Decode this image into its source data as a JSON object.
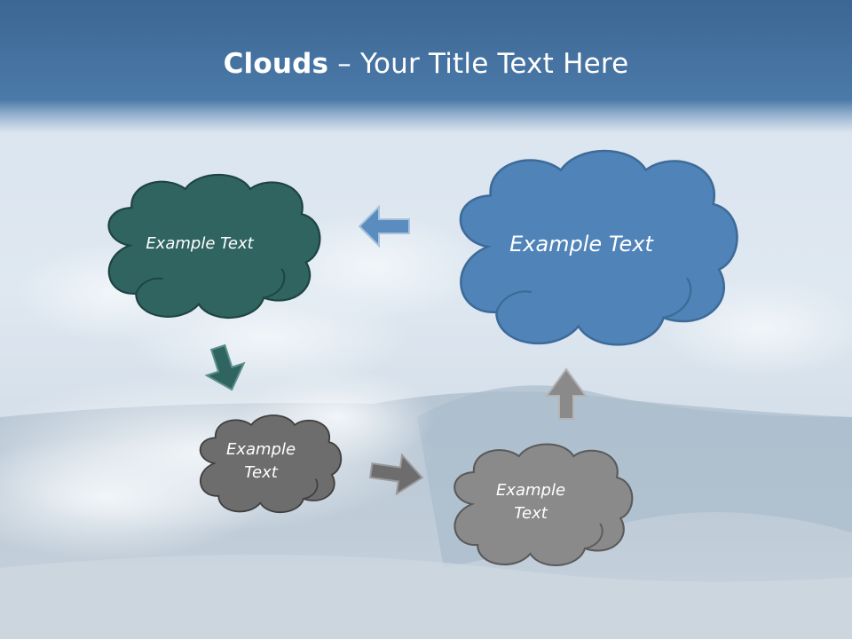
{
  "title": {
    "bold": "Clouds",
    "dash": " – ",
    "rest": "Your Title Text Here"
  },
  "colors": {
    "title_bar": "#3f6f9e",
    "cloud_teal": "#2f6461",
    "cloud_blue": "#5084b8",
    "cloud_dark_gray": "#6d6d6d",
    "cloud_light_gray": "#8a8a8a",
    "arrow_blue": "#5a8cc0",
    "arrow_teal": "#2f6461",
    "arrow_gray": "#6d6d6d"
  },
  "clouds": [
    {
      "id": "teal",
      "text": "Example Text"
    },
    {
      "id": "blue",
      "text": "Example Text"
    },
    {
      "id": "dark-gray",
      "line1": "Example",
      "line2": "Text"
    },
    {
      "id": "light-gray",
      "line1": "Example",
      "line2": "Text"
    }
  ],
  "arrows": [
    {
      "id": "blue-to-teal",
      "direction": "left"
    },
    {
      "id": "teal-to-dark-gray",
      "direction": "down"
    },
    {
      "id": "dark-gray-to-light-gray",
      "direction": "right"
    },
    {
      "id": "light-gray-to-blue",
      "direction": "up"
    }
  ]
}
